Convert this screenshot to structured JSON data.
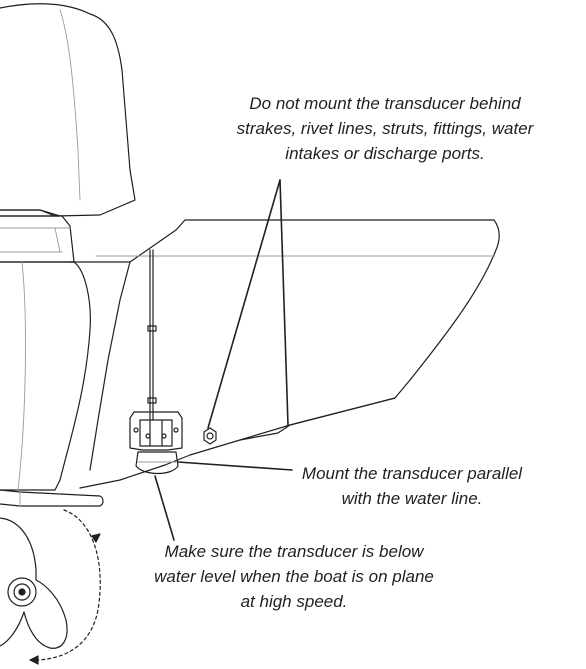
{
  "callouts": {
    "mounting_restrictions": {
      "lines": [
        "Do not mount the transducer behind",
        "strakes, rivet lines, struts, fittings, water",
        "intakes or discharge ports."
      ]
    },
    "parallel_mounting": {
      "lines": [
        "Mount the transducer parallel",
        "with the water line."
      ]
    },
    "water_level": {
      "lines": [
        "Make sure the transducer is below",
        "water level when the boat is on plane",
        "at high speed."
      ]
    }
  },
  "colors": {
    "line": "#231f20",
    "thin_line": "#9a9a9a",
    "background": "#ffffff"
  }
}
